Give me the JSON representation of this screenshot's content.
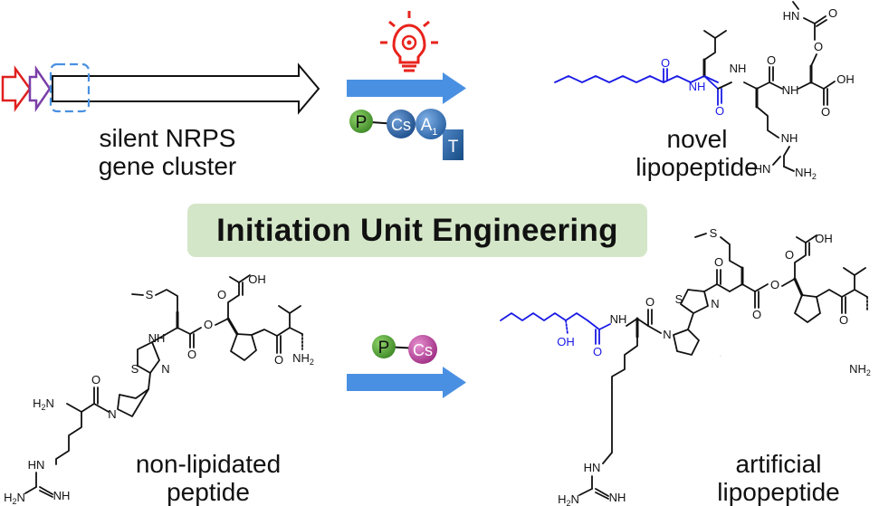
{
  "top_left": {
    "caption_line1": "silent NRPS",
    "caption_line2": "gene cluster"
  },
  "top_right": {
    "caption_line1": "novel",
    "caption_line2": "lipopeptide"
  },
  "center": {
    "banner_title": "Initiation Unit Engineering"
  },
  "bottom_left": {
    "caption_line1": "non-lipidated",
    "caption_line2": "peptide"
  },
  "bottom_right": {
    "caption_line1": "artificial",
    "caption_line2": "lipopeptide"
  },
  "domains_top": {
    "p": "P",
    "cs": "Cs",
    "a": "A",
    "a_sub": "1",
    "t": "T"
  },
  "domains_bottom": {
    "p": "P",
    "cs": "Cs"
  },
  "chem_labels": {
    "o": "O",
    "oh": "OH",
    "hn": "HN",
    "nh": "NH",
    "nh2": "NH",
    "h2n": "H",
    "n": "N",
    "s": "S",
    "nh2_sub": "2"
  },
  "colors": {
    "arrow_blue": "#4a90e2",
    "bulb_red": "#e8231c",
    "p_green": "#5aa83c",
    "cs_blue": "#2f66a8",
    "a_blue": "#3f7ac0",
    "t_blue": "#1f5a96",
    "cs_magenta": "#c0459e",
    "lipid_blue": "#1a1ae6",
    "gene_red": "#e02020",
    "gene_purple": "#7b3fa8",
    "gene_box_blue": "#4a90e2"
  }
}
